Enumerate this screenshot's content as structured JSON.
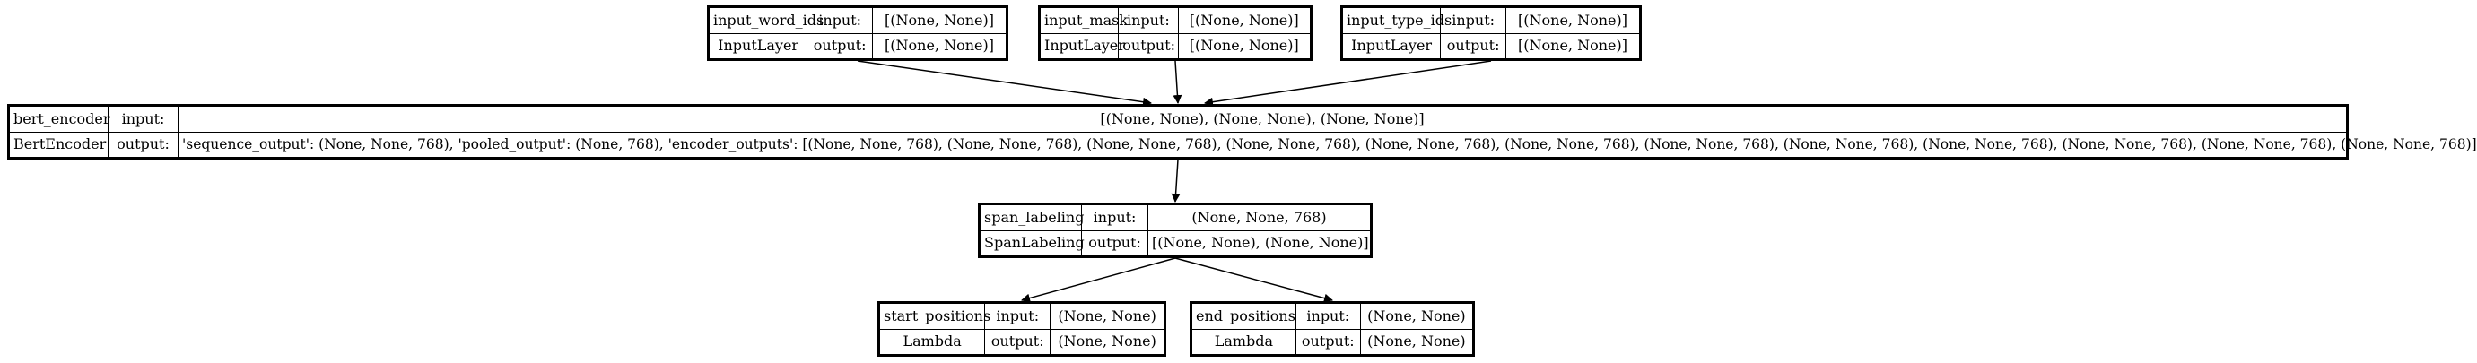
{
  "nodes": {
    "input_word_ids": {
      "name": "input_word_ids",
      "type": "InputLayer",
      "in_label": "input:",
      "in_shape": "[(None, None)]",
      "out_label": "output:",
      "out_shape": "[(None, None)]"
    },
    "input_mask": {
      "name": "input_mask",
      "type": "InputLayer",
      "in_label": "input:",
      "in_shape": "[(None, None)]",
      "out_label": "output:",
      "out_shape": "[(None, None)]"
    },
    "input_type_ids": {
      "name": "input_type_ids",
      "type": "InputLayer",
      "in_label": "input:",
      "in_shape": "[(None, None)]",
      "out_label": "output:",
      "out_shape": "[(None, None)]"
    },
    "bert_encoder": {
      "name": "bert_encoder",
      "type": "BertEncoder",
      "in_label": "input:",
      "in_shape": "[(None, None), (None, None), (None, None)]",
      "out_label": "output:",
      "out_shape": "'sequence_output': (None, None, 768), 'pooled_output': (None, 768), 'encoder_outputs': [(None, None, 768), (None, None, 768), (None, None, 768), (None, None, 768), (None, None, 768), (None, None, 768), (None, None, 768), (None, None, 768), (None, None, 768), (None, None, 768), (None, None, 768), (None, None, 768)]"
    },
    "span_labeling": {
      "name": "span_labeling",
      "type": "SpanLabeling",
      "in_label": "input:",
      "in_shape": "(None, None, 768)",
      "out_label": "output:",
      "out_shape": "[(None, None), (None, None)]"
    },
    "start_positions": {
      "name": "start_positions",
      "type": "Lambda",
      "in_label": "input:",
      "in_shape": "(None, None)",
      "out_label": "output:",
      "out_shape": "(None, None)"
    },
    "end_positions": {
      "name": "end_positions",
      "type": "Lambda",
      "in_label": "input:",
      "in_shape": "(None, None)",
      "out_label": "output:",
      "out_shape": "(None, None)"
    }
  },
  "edges": [
    {
      "from": "input_word_ids",
      "to": "bert_encoder"
    },
    {
      "from": "input_mask",
      "to": "bert_encoder"
    },
    {
      "from": "input_type_ids",
      "to": "bert_encoder"
    },
    {
      "from": "bert_encoder",
      "to": "span_labeling"
    },
    {
      "from": "span_labeling",
      "to": "start_positions"
    },
    {
      "from": "span_labeling",
      "to": "end_positions"
    }
  ]
}
